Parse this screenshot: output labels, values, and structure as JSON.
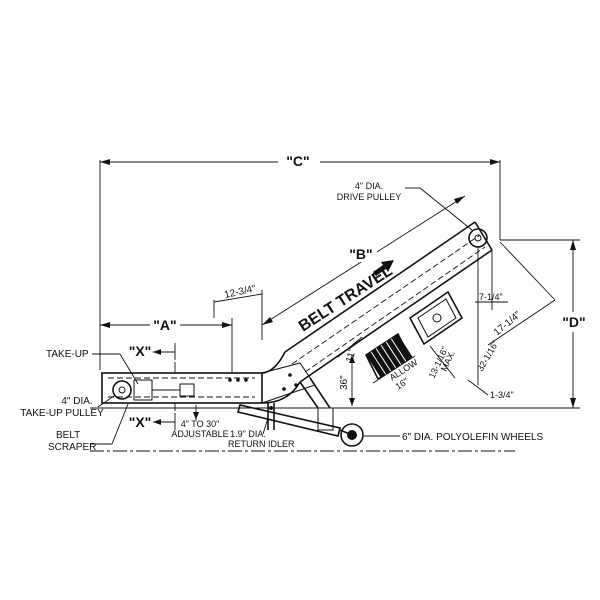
{
  "labels": {
    "dim_c": "\"C\"",
    "dim_a": "\"A\"",
    "dim_b": "\"B\"",
    "dim_d": "\"D\"",
    "dim_x_top": "\"X\"",
    "dim_x_bottom": "\"X\"",
    "drive_pulley_1": "4\" DIA.",
    "drive_pulley_2": "DRIVE PULLEY",
    "belt_travel": "BELT TRAVEL",
    "take_up": "TAKE-UP",
    "takeup_pulley_1": "4\" DIA.",
    "takeup_pulley_2": "TAKE-UP PULLEY",
    "belt_scraper_1": "BELT",
    "belt_scraper_2": "SCRAPER",
    "adjustable_1": "4\" TO 30\"",
    "adjustable_2": "ADJUSTABLE",
    "return_idler_1": "1.9\" DIA.",
    "return_idler_2": "RETURN IDLER",
    "wheels": "6\" DIA. POLYOLEFIN WHEELS",
    "allow_1": "ALLOW",
    "allow_2": "16\"",
    "max_1": "13-1/16\"",
    "max_2": "MAX.",
    "d_12_34": "12-3/4\"",
    "d_7_14": "7-1/4\"",
    "d_17_14": "17-1/4\"",
    "d_32_116": "32-1/16\"",
    "d_1_34": "1-3/4\"",
    "d_36": "36\"",
    "d_11": "11\""
  }
}
